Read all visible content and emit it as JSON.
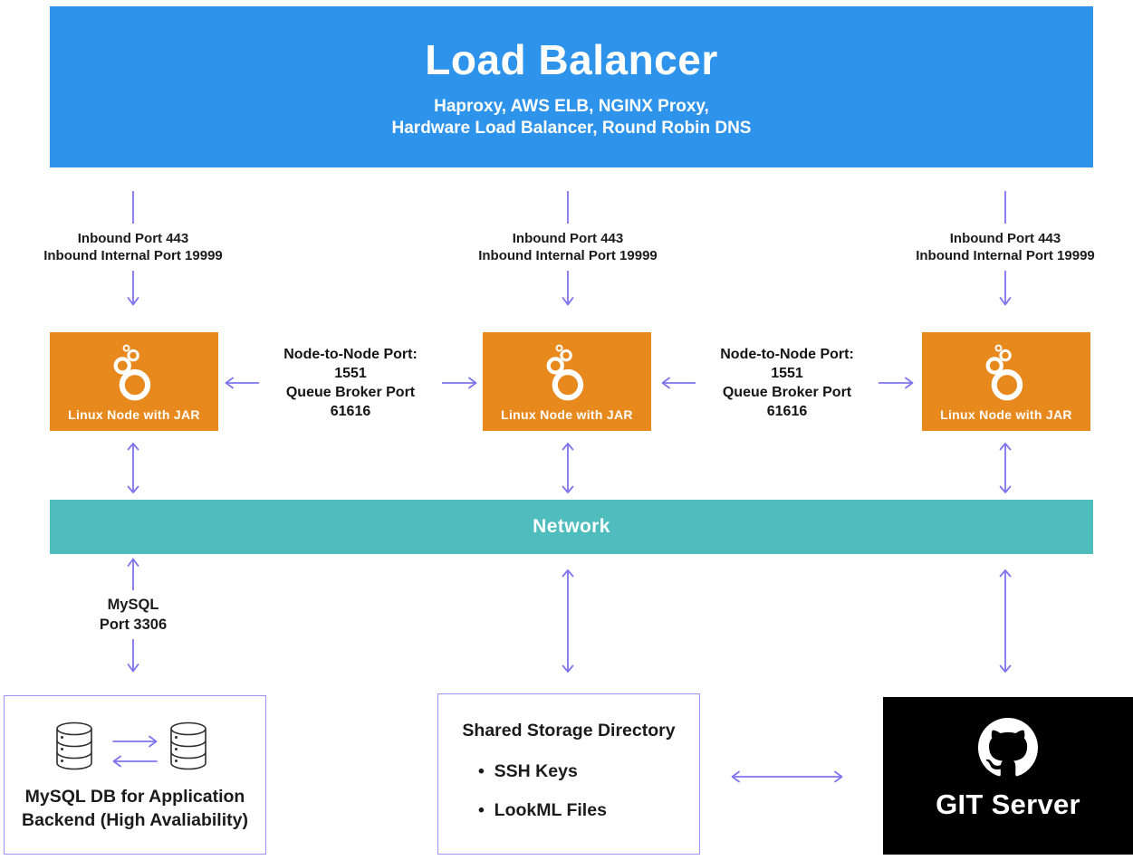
{
  "colors": {
    "load_balancer_blue": "#2E93EA",
    "node_orange": "#E8891E",
    "network_teal": "#4FBDBD",
    "arrow_purple": "#7E74EE",
    "box_border_purple": "#9B93F5",
    "git_black": "#000000"
  },
  "load_balancer": {
    "title": "Load Balancer",
    "subtitle_line1": "Haproxy, AWS ELB, NGINX Proxy,",
    "subtitle_line2": "Hardware Load Balancer, Round Robin DNS"
  },
  "inbound_label": {
    "line1": "Inbound Port 443",
    "line2": "Inbound Internal Port 19999"
  },
  "node": {
    "label": "Linux Node with JAR"
  },
  "node_link_label": {
    "line1": "Node-to-Node Port: 1551",
    "line2": "Queue Broker Port 61616"
  },
  "network": {
    "label": "Network"
  },
  "mysql_link_label": {
    "line1": "MySQL",
    "line2": "Port 3306"
  },
  "mysql_box": {
    "caption_line1": "MySQL DB for Application",
    "caption_line2": "Backend (High Avaliability)"
  },
  "storage_box": {
    "title": "Shared Storage Directory",
    "items": [
      "SSH Keys",
      "LookML Files"
    ]
  },
  "git_box": {
    "label": "GIT Server"
  }
}
